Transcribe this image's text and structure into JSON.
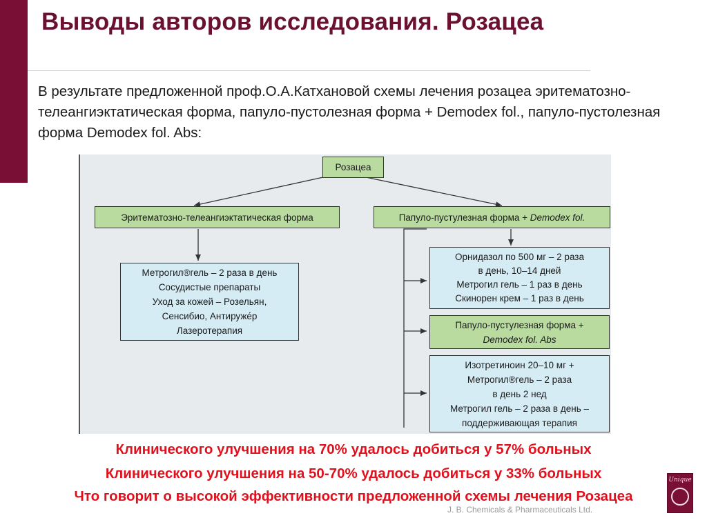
{
  "slide": {
    "title": "Выводы авторов исследования. Розацеа",
    "intro": "В результате предложенной проф.О.А.Катхановой схемы лечения розацеа эритематозно-телеангиэктатическая форма, папуло-пустолезная форма + Demodex fol., папуло-пустолезная форма  Demodex fol. Abs:"
  },
  "diagram": {
    "root": "Розацеа",
    "left_branch": "Эритематозно-телеангиэктатическая форма",
    "right_branch_prefix": "Папуло-пустулезная форма + ",
    "right_branch_italic": "Demodex fol.",
    "left_treatment": [
      "Метрогил®гель – 2 раза в день",
      "Сосудистые препараты",
      "Уход за кожей – Розельян,",
      "Сенсибио, Антируже́р",
      "Лазеротерапия"
    ],
    "right_treatment_1": [
      "Орнидазол по 500 мг – 2 раза",
      "в день, 10–14 дней",
      "Метрогил гель – 1 раз в день",
      "Скинорен крем – 1 раз в день"
    ],
    "right_sub_line1": "Папуло-пустулезная форма +",
    "right_sub_line2_italic": "Demodex fol. Abs",
    "right_treatment_2": [
      "Изотретиноин 20–10 мг +",
      "Метрогил®гель – 2 раза",
      "в день 2 нед",
      "Метрогил гель – 2 раза в день –",
      "поддерживающая терапия"
    ]
  },
  "results": {
    "line1": "Клинического улучшения на 70% удалось добиться у 57% больных",
    "line2": "Клинического улучшения на 50-70% удалось добиться у 33% больных",
    "line3": "Что говорит о высокой эффективности предложенной схемы лечения Розацеа"
  },
  "footer": {
    "company": "J. B. Chemicals & Pharmaceuticals Ltd.",
    "logo_text": "Unique"
  },
  "colors": {
    "accent": "#7a0f35",
    "result_text": "#e0101c",
    "box_green": "#b9dba0",
    "box_blue": "#d5ecf5"
  }
}
